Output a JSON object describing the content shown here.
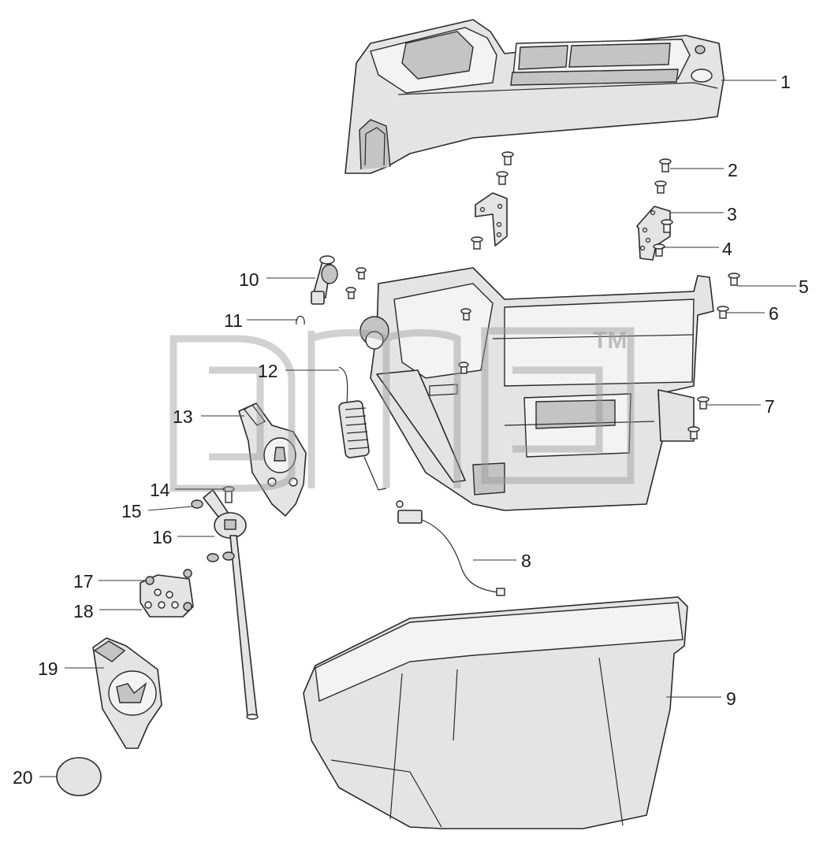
{
  "diagram": {
    "callouts": [
      {
        "id": "1",
        "label": "1"
      },
      {
        "id": "2",
        "label": "2"
      },
      {
        "id": "3",
        "label": "3"
      },
      {
        "id": "4",
        "label": "4"
      },
      {
        "id": "5",
        "label": "5"
      },
      {
        "id": "6",
        "label": "6"
      },
      {
        "id": "7",
        "label": "7"
      },
      {
        "id": "8",
        "label": "8"
      },
      {
        "id": "9",
        "label": "9"
      },
      {
        "id": "10",
        "label": "10"
      },
      {
        "id": "11",
        "label": "11"
      },
      {
        "id": "12",
        "label": "12"
      },
      {
        "id": "13",
        "label": "13"
      },
      {
        "id": "14",
        "label": "14"
      },
      {
        "id": "15",
        "label": "15"
      },
      {
        "id": "16",
        "label": "16"
      },
      {
        "id": "17",
        "label": "17"
      },
      {
        "id": "18",
        "label": "18"
      },
      {
        "id": "19",
        "label": "19"
      },
      {
        "id": "20",
        "label": "20"
      }
    ],
    "watermark": {
      "trademark": "TM"
    },
    "colors": {
      "line": "#2a2a2a",
      "fill": "#e4e4e4",
      "watermark": "#9a9a9a"
    }
  }
}
